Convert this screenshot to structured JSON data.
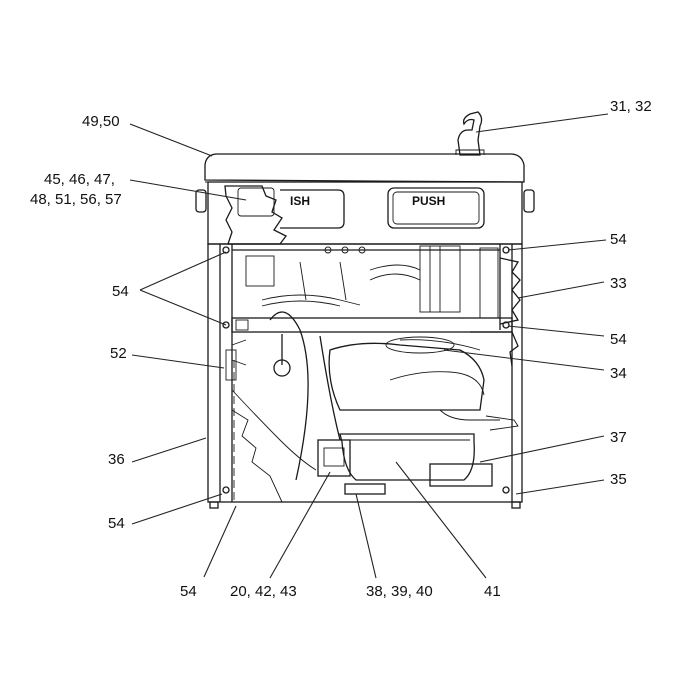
{
  "buttons": {
    "left_partial": "ISH",
    "right": "PUSH"
  },
  "callouts": {
    "c_49_50": "49,50",
    "c_31_32": "31, 32",
    "c_45_line1": "45, 46, 47,",
    "c_45_line2": "48, 51, 56, 57",
    "c_54_top_right": "54",
    "c_54_left": "54",
    "c_33": "33",
    "c_54_mid_right": "54",
    "c_52": "52",
    "c_34": "34",
    "c_37": "37",
    "c_36": "36",
    "c_35": "35",
    "c_54_bottom_left": "54",
    "c_54_bottom": "54",
    "c_20_42_43": "20, 42, 43",
    "c_38_39_40": "38, 39, 40",
    "c_41": "41"
  }
}
